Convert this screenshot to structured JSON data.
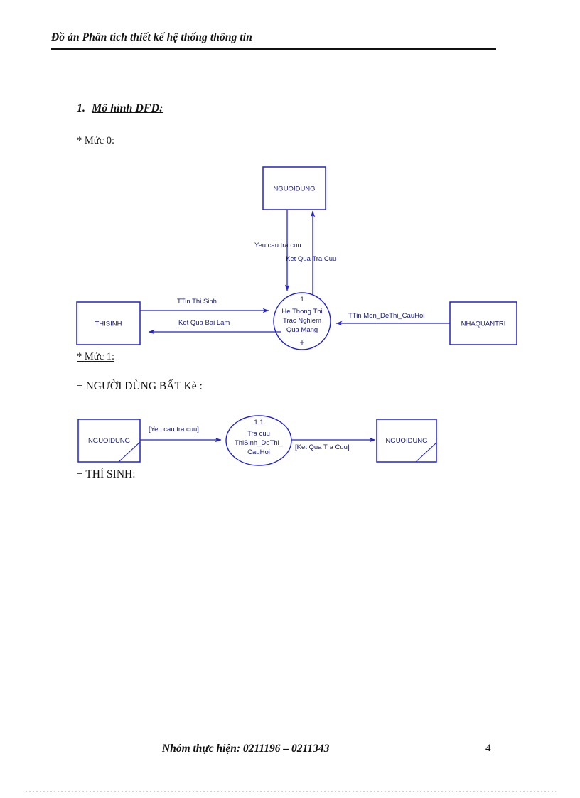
{
  "header": {
    "title": "Đồ án Phân tích thiết kế hệ thống thông tin"
  },
  "body": {
    "section_number": "1.",
    "section_title": "Mô hình DFD:",
    "level0_label": "* Mức 0:",
    "level1_label": "* Mức 1:",
    "subsection_nguoidung": "+ NGƯỜI DÙNG BẤT Kè :",
    "subsection_thisinh": "+ THÍ SINH:"
  },
  "footer": {
    "authors": "Nhóm thực hiện: 0211196 – 0211343",
    "page_number": "4"
  },
  "colors": {
    "diagram_stroke": "#2222cc",
    "diagram_text": "#1a1a66",
    "text": "#111111"
  },
  "diagram_level0": {
    "entities": [
      {
        "id": "nguoidung-top",
        "label": "NGUOIDUNG"
      },
      {
        "id": "thisinh",
        "label": "THISINH"
      },
      {
        "id": "nhaquantri",
        "label": "NHAQUANTRI"
      }
    ],
    "process": {
      "number": "1",
      "line1": "He Thong Thi",
      "line2": "Trac Nghiem",
      "line3": "Qua Mang",
      "expand_marker": "+"
    },
    "flows": [
      {
        "id": "yeu-cau-tra-cuu",
        "label": "Yeu cau tra cuu"
      },
      {
        "id": "ket-qua-tra-cuu",
        "label": "Ket Qua Tra Cuu"
      },
      {
        "id": "ttin-thi-sinh",
        "label": "TTin Thi Sinh"
      },
      {
        "id": "ket-qua-bai-lam",
        "label": "Ket Qua Bai Lam"
      },
      {
        "id": "ttin-mon-dethi-cauhoi",
        "label": "TTin Mon_DeThi_CauHoi"
      }
    ]
  },
  "diagram_level1": {
    "entities": [
      {
        "id": "nguoidung-left",
        "label": "NGUOIDUNG"
      },
      {
        "id": "nguoidung-right",
        "label": "NGUOIDUNG"
      }
    ],
    "process": {
      "number": "1.1",
      "line1": "Tra cuu",
      "line2": "ThiSinh_DeThi_",
      "line3": "CauHoi"
    },
    "flows": [
      {
        "id": "yeu-cau-tra-cuu-1",
        "label": "[Yeu cau tra cuu]"
      },
      {
        "id": "ket-qua-tra-cuu-1",
        "label": "[Ket Qua Tra Cuu]"
      }
    ]
  }
}
